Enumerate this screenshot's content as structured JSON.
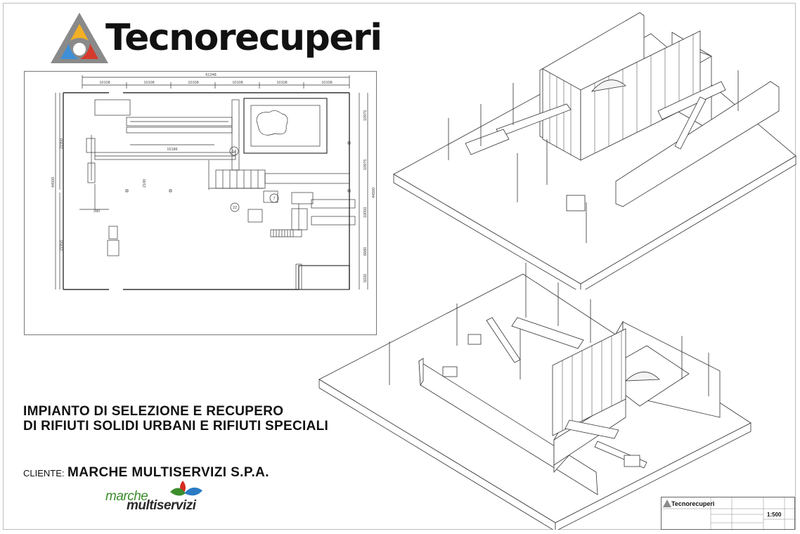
{
  "header": {
    "brand": "Tecnorecuperi"
  },
  "plan": {
    "dim_total": "61248",
    "dim_segments": [
      "10108",
      "10108",
      "10108",
      "10108",
      "10108",
      "10108"
    ],
    "dim_inner": "15186",
    "dim_left_top": "21950",
    "dim_left_total": "44500",
    "dim_left_bottom": "21950",
    "dim_mid": "2100",
    "dim_small": "280",
    "dim_right_a": "10975",
    "dim_right_b": "10975",
    "dim_right_total": "44500",
    "dim_right_c": "10050",
    "dim_right_d": "6880",
    "dim_right_e": "5020",
    "markers": [
      "14",
      "7",
      "22"
    ]
  },
  "title": {
    "line1": "IMPIANTO DI SELEZIONE E RECUPERO",
    "line2": "DI RIFIUTI SOLIDI URBANI E RIFIUTI SPECIALI"
  },
  "client": {
    "label": "CLIENTE:",
    "name": "MARCHE MULTISERVIZI S.P.A."
  },
  "client_logo": {
    "line1": "marche",
    "line2": "multiservizi"
  },
  "titleblock": {
    "brand": "Tecnorecuperi",
    "scale": "1:500"
  },
  "colors": {
    "logo_orange": "#f2b024",
    "logo_red": "#d63a2c",
    "logo_blue": "#3f8fd6",
    "logo_grey": "#8a8a8a",
    "client_green": "#3b8d2c",
    "client_red": "#d62a1e",
    "client_blue": "#2a7bc4"
  }
}
